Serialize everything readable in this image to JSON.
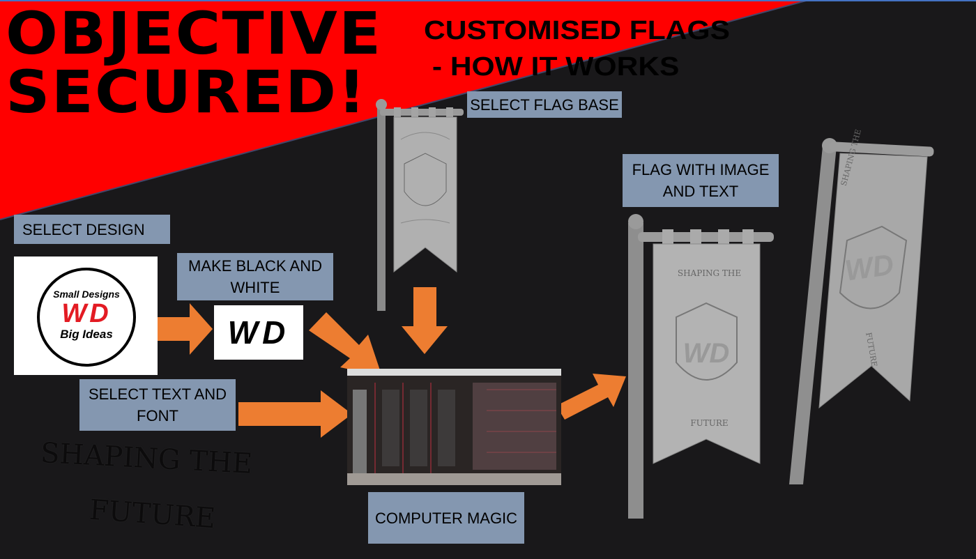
{
  "title": {
    "line1": "OBJECTIVE",
    "line2": "SECURED!"
  },
  "subtitle": {
    "line1": "CUSTOMISED FLAGS",
    "line2": " - HOW IT WORKS"
  },
  "steps": {
    "select_flag_base": "SELECT FLAG BASE",
    "select_design": "SELECT DESIGN",
    "make_bw": "MAKE BLACK AND WHITE",
    "select_text": "SELECT TEXT AND FONT",
    "computer_magic": "COMPUTER MAGIC",
    "flag_result": "FLAG WITH IMAGE AND TEXT"
  },
  "logo": {
    "top": "Small Designs",
    "mark": "WD",
    "bottom": "Big Ideas"
  },
  "bw_logo": "WD",
  "sample_text": {
    "line1": "SHAPING THE",
    "line2": "FUTURE"
  },
  "flag_text": {
    "top": "SHAPING THE",
    "mark": "WD",
    "bottom": "FUTURE"
  },
  "colors": {
    "red": "#ff0000",
    "background": "#19181a",
    "label": "#8497b0",
    "arrow": "#ed7d31"
  }
}
